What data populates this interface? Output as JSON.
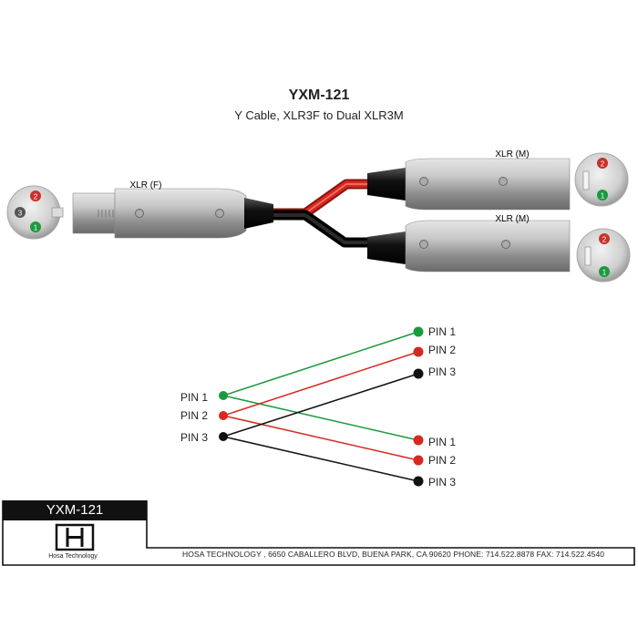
{
  "header": {
    "title": "YXM-121",
    "subtitle": "Y Cable, XLR3F to Dual XLR3M"
  },
  "connectors": {
    "female_label": "XLR (F)",
    "male_top_label": "XLR (M)",
    "male_bottom_label": "XLR (M)"
  },
  "pin_faces": {
    "female": [
      "2",
      "3",
      "1"
    ],
    "male_top": [
      "2",
      "1"
    ],
    "male_bottom": [
      "2",
      "1"
    ]
  },
  "wiring": {
    "left_pins": [
      "PIN 1",
      "PIN 2",
      "PIN 3"
    ],
    "right_top_pins": [
      "PIN 1",
      "PIN 2",
      "PIN 3"
    ],
    "right_bottom_pins": [
      "PIN 1",
      "PIN 2",
      "PIN 3"
    ],
    "colors": {
      "pin1": "#1a9a3e",
      "pin2": "#d42a22",
      "pin3": "#111111"
    }
  },
  "title_block": {
    "model": "YXM-121",
    "logo_text": "Hosa Technology",
    "address": "HOSA TECHNOLOGY , 6650 CABALLERO BLVD, BUENA PARK, CA 90620  PHONE: 714.522.8878  FAX: 714.522.4540"
  }
}
